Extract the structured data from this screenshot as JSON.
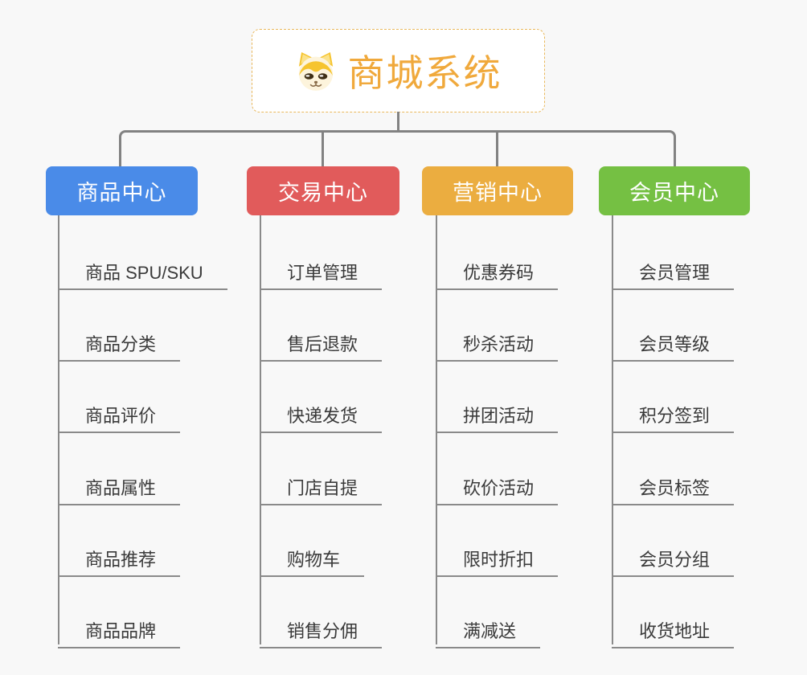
{
  "root": {
    "title": "商城系统",
    "icon": "dog-face-icon",
    "accent_color": "#F0A93C",
    "border_color": "#E9B85C"
  },
  "connector_color": "#828282",
  "branches": [
    {
      "label": "商品中心",
      "color": "#4A8BE8",
      "items": [
        "商品 SPU/SKU",
        "商品分类",
        "商品评价",
        "商品属性",
        "商品推荐",
        "商品品牌"
      ]
    },
    {
      "label": "交易中心",
      "color": "#E15B5B",
      "items": [
        "订单管理",
        "售后退款",
        "快递发货",
        "门店自提",
        "购物车",
        "销售分佣"
      ]
    },
    {
      "label": "营销中心",
      "color": "#EBAD40",
      "items": [
        "优惠券码",
        "秒杀活动",
        "拼团活动",
        "砍价活动",
        "限时折扣",
        "满减送"
      ]
    },
    {
      "label": "会员中心",
      "color": "#75C043",
      "items": [
        "会员管理",
        "会员等级",
        "积分签到",
        "会员标签",
        "会员分组",
        "收货地址"
      ]
    }
  ]
}
